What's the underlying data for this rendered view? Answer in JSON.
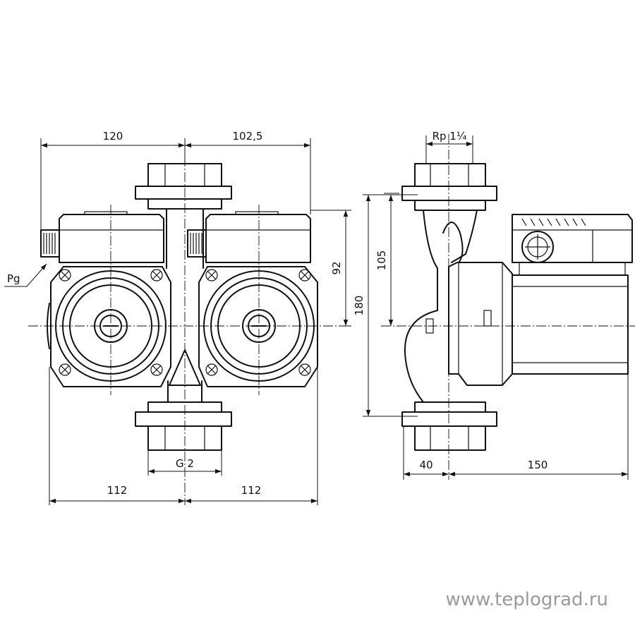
{
  "dimensions": {
    "d120": "120",
    "d102_5": "102,5",
    "d92": "92",
    "d105": "105",
    "d180": "180",
    "d112_left": "112",
    "d112_right": "112",
    "g2": "G 2",
    "rp": "Rp 1¼",
    "d40": "40",
    "d150": "150",
    "pg": "Pg"
  },
  "watermark": "www.teplograd.ru",
  "colors": {
    "line": "#111111",
    "watermark": "#9a9a9a",
    "background": "#ffffff"
  }
}
